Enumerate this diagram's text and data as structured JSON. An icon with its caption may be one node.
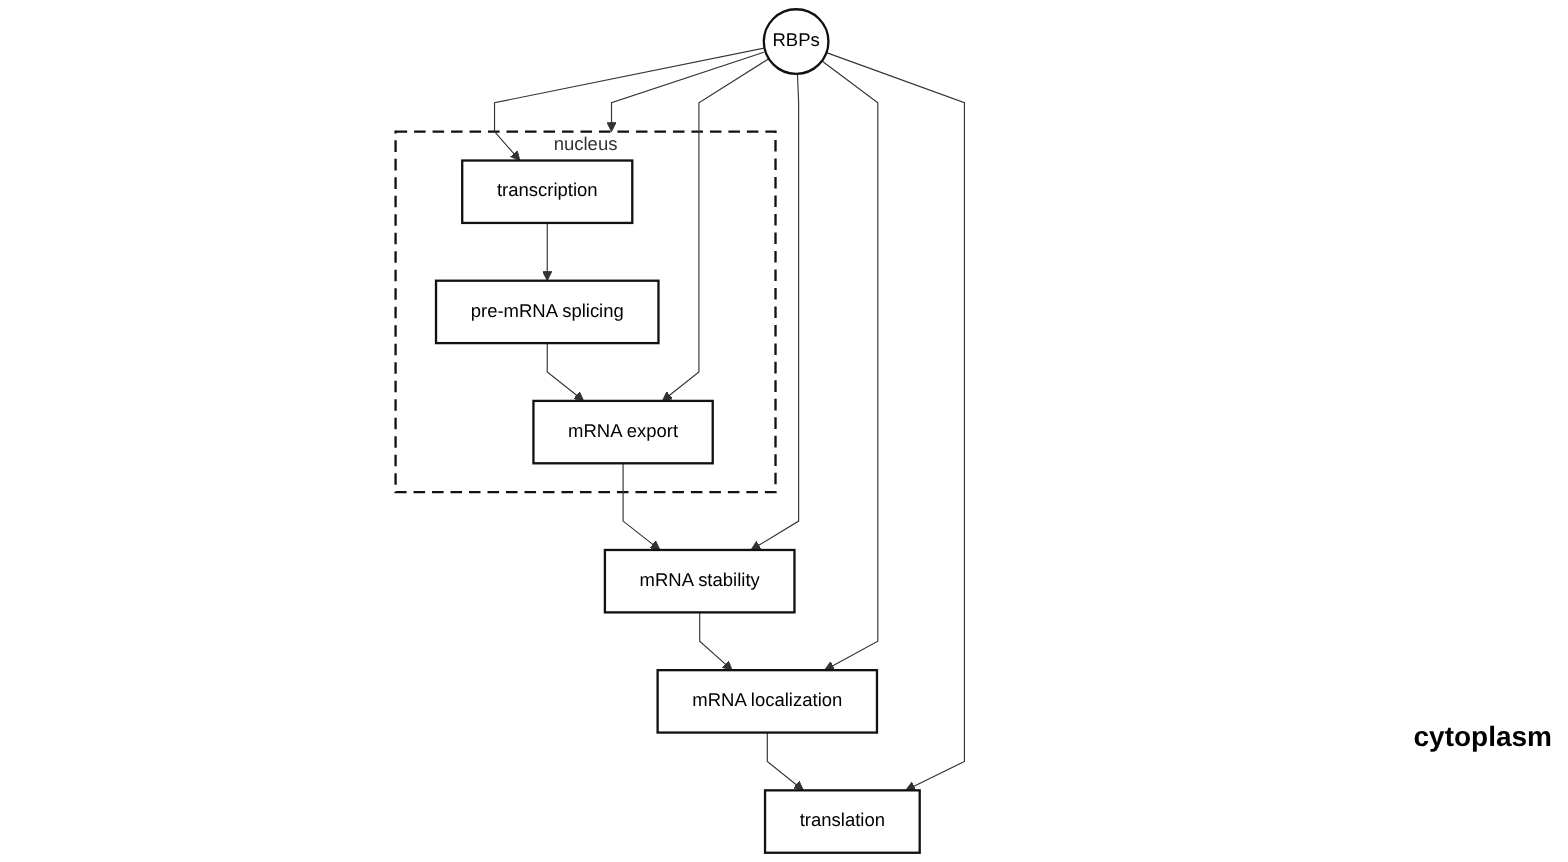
{
  "diagram": {
    "nodes": [
      {
        "text": [
          "nucleus"
        ]
      },
      {
        "text": [
          "transcription"
        ],
        "in": 0
      },
      {
        "text": [
          "pre-mRNA splicing"
        ],
        "in": 0
      },
      {
        "text": [
          "mRNA export"
        ],
        "in": 0
      },
      {
        "text": [
          "RBPs"
        ]
      },
      {
        "text": [
          "translation"
        ]
      },
      {
        "text": [
          "mRNA stability"
        ]
      },
      {
        "text": [
          "mRNA localization"
        ]
      }
    ],
    "edges": [
      {
        "from": 1,
        "to": 2,
        "arrow": "to"
      },
      {
        "from": 2,
        "to": 3,
        "arrow": "to"
      },
      {
        "from": 3,
        "to": 6,
        "arrow": "to"
      },
      {
        "from": 6,
        "to": 7,
        "arrow": "to"
      },
      {
        "from": 7,
        "to": 5,
        "arrow": "to"
      },
      {
        "from": 4,
        "to": 1,
        "arrow": "to"
      },
      {
        "from": 4,
        "to": 0,
        "arrow": "to"
      },
      {
        "from": 4,
        "to": 3,
        "arrow": "to"
      },
      {
        "from": 4,
        "to": 6,
        "arrow": "to"
      },
      {
        "from": 4,
        "to": 7,
        "arrow": "to"
      },
      {
        "from": 4,
        "to": 5,
        "arrow": "to"
      }
    ],
    "labels": [
      "cytoplasm"
    ]
  }
}
